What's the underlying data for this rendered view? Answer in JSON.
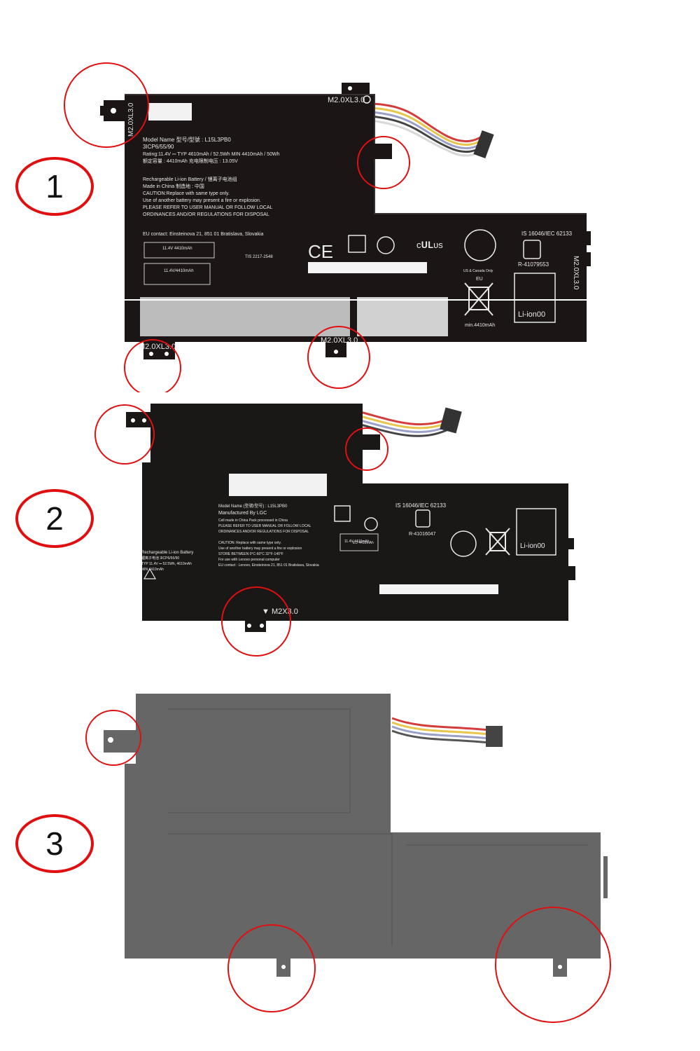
{
  "variants": [
    {
      "number": "1",
      "screw_top_right": "M2.0XL3.0",
      "screw_top_left": "M2.0XL3.0",
      "screw_bottom_left": "M2.0XL3.0",
      "screw_bottom_mid": "M2.0XL3.0",
      "screw_right_side": "M2.0XL3.0",
      "label": {
        "model_line": "Model Name 型号/型號 : L15L3PB0",
        "cell_line": "3ICP6/55/90",
        "rating_line": "Rating:11.4V ⎓ TYP 4610mAh / 52.5Wh  MIN 4410mAh / 50Wh",
        "cn_rating_line": "额定容量 : 4410mAh  充电限制电压 : 13.05V",
        "rechargeable_line": "Rechargeable Li-ion Battery / 锂离子电池组",
        "made_in_line": "Made in China 制造地 : 中国",
        "caution_1": "CAUTION:Replace with same type only.",
        "caution_2": "Use of another battery may present a fire or explosion.",
        "caution_3": "PLEASE REFER TO USER MANUAL OR FOLLOW LOCAL",
        "caution_4": "ORDINANCES AND/OR REGULATIONS FOR DISPOSAL",
        "eu_contact": "EU contact:        Einsteinova 21, 851 01 Bratislava, Slovakia",
        "iec": "IS 16046/IEC 62133",
        "r_number": "R-41079553",
        "us_ca": "US & Canada Only",
        "eu": "EU",
        "min_cap": "min.4410mAh",
        "li_ion": "Li-ion00",
        "tis": "TIS 2217-2548",
        "spec_small": "11.4V    4410mAh",
        "spec_small_2": "11.4V/4410mAh",
        "ce": "CE"
      }
    },
    {
      "number": "2",
      "screw_bottom": "▼ M2X3.0",
      "label": {
        "model_line": "Model Name (型號/型号) : L15L3PB0",
        "manufactured": "Manufactured By LGC",
        "cell_made": "Cell made in China   Pack processed in China",
        "please_refer": "PLEASE REFER TO USER MANUAL OR FOLLOW LOCAL",
        "ordinances": "ORDINANCES AND/OR REGULATIONS FOR DISPOSAL",
        "caution": "CAUTION: Replace with same type only.",
        "use_another": "Use of another battery may present a fire or explosion",
        "store": "STORE BETWEEN  0°C-60°C  32°F-140°F",
        "for_use": "For use with Lenovo personal computer",
        "eu_contact": "EU contact : Lenovo, Einsteinova 21, 851 01 Bratislava, Slovakia",
        "rechargeable": "Rechargeable Li-ion Battery",
        "cn_batt": "锂离子电池    3ICP6/55/90",
        "typ": "TYP 11.4V ⎓ 52.5Wh, 4610mAh",
        "min": "MIN  4410mAh",
        "iec": "IS 16046/IEC 62133",
        "r_number": "R-41016047",
        "li_ion": "Li-ion00",
        "eu_cap": "EU 4410mAh",
        "spec_small": "11.4V  4410mAh"
      }
    },
    {
      "number": "3"
    }
  ],
  "colors": {
    "battery_dark": "#1b1515",
    "battery_grey": "#666666",
    "circle_red": "#e01010",
    "wire_red": "#d43c3c",
    "wire_white": "#e8e8e8"
  }
}
